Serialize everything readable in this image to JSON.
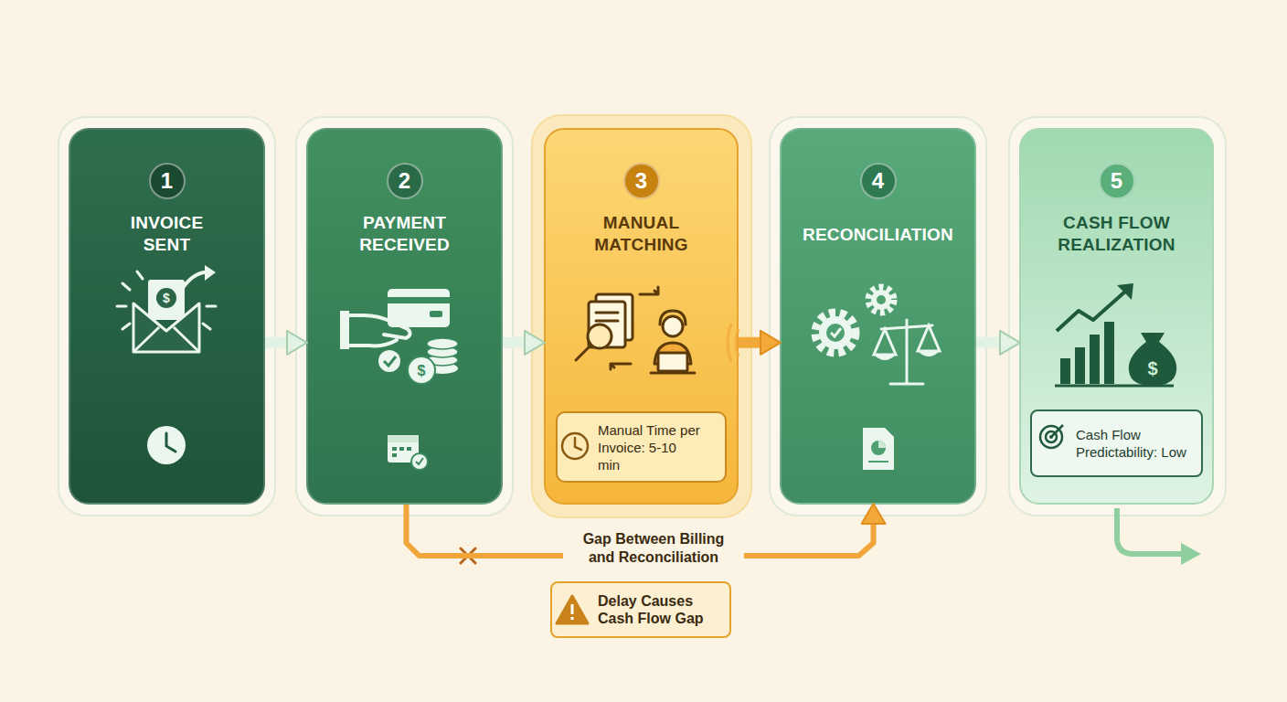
{
  "diagram": {
    "nodes": [
      {
        "text": [
          "1",
          "INVOICE SENT"
        ]
      },
      {
        "text": [
          "2",
          "PAYMENT RECEIVED"
        ]
      },
      {
        "text": [
          "3",
          "MANUAL MATCHING"
        ]
      },
      {
        "text": [
          "Manual Time per Invoice: 5-10 min"
        ],
        "in": 2
      },
      {
        "text": [
          "4",
          "RECONCILIATION"
        ]
      },
      {
        "text": [
          "5",
          "CASH FLOW REALIZATION"
        ]
      },
      {
        "text": [
          "Cash Flow Predictability: Low"
        ],
        "in": 5
      },
      {
        "text": [
          "Delay Causes Cash Flow Gap"
        ]
      }
    ],
    "edges": [
      {
        "from": 0,
        "to": 1,
        "arrow": "to"
      },
      {
        "from": 1,
        "to": 2,
        "arrow": "to"
      },
      {
        "from": 2,
        "to": 4,
        "arrow": "to"
      },
      {
        "from": 4,
        "to": 5,
        "arrow": "to"
      },
      {
        "from": 1,
        "to": 4,
        "label": "Gap Between Billing and Reconciliation",
        "arrow": "to"
      }
    ]
  }
}
